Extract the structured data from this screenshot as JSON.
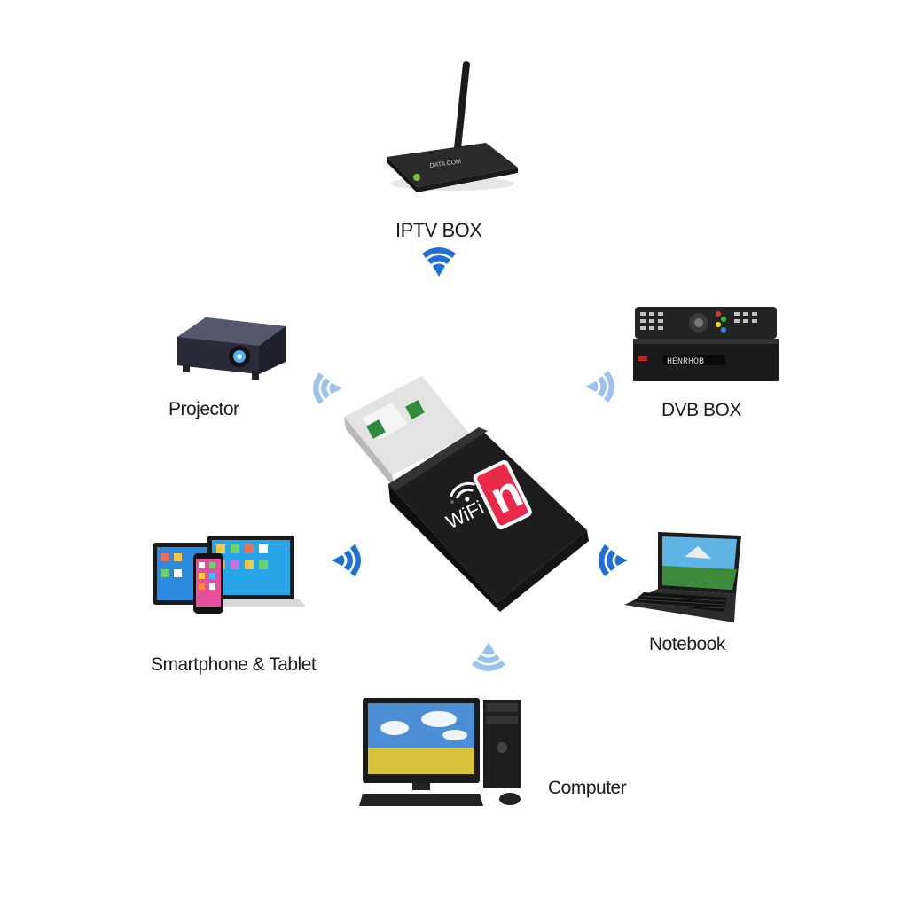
{
  "dongle": {
    "brand_text": "WiFi",
    "logo_glyph": "n",
    "logo_color": "#e8294a",
    "icon": "wifi-usb-adapter"
  },
  "devices": {
    "iptv": {
      "label": "IPTV BOX",
      "icon": "iptv-box-icon",
      "screen_text": "DATA COM"
    },
    "projector": {
      "label": "Projector",
      "icon": "projector-icon"
    },
    "dvb": {
      "label": "DVB BOX",
      "icon": "dvb-box-icon",
      "display_text": "HENRHOB"
    },
    "smartphone_tablet": {
      "label": "Smartphone & Tablet",
      "icon": "smartphone-tablet-icon"
    },
    "notebook": {
      "label": "Notebook",
      "icon": "notebook-icon"
    },
    "computer": {
      "label": "Computer",
      "icon": "desktop-computer-icon"
    }
  },
  "signal_color": "#1f6fd6",
  "signal_color_faded": "#9cc3ee"
}
